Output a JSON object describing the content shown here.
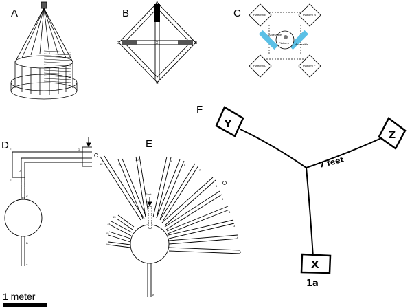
{
  "panels": {
    "a": {
      "label": "A"
    },
    "b": {
      "label": "B",
      "arm_labels": {
        "top": "A",
        "left": "D",
        "right": "B",
        "bottom": "C",
        "center": "X"
      }
    },
    "c": {
      "label": "C",
      "platforms": [
        "Platform E",
        "Platform N",
        "Platform D",
        "Platform F"
      ],
      "center_label": "Platform",
      "path_labels": [
        "Accessible",
        "Accessible"
      ]
    },
    "d": {
      "label": "D",
      "arm_labels": [
        "F",
        "G",
        "E",
        "D",
        "C",
        "B",
        "A"
      ]
    },
    "e": {
      "label": "E",
      "arrow_label": "Start",
      "arm_labels": [
        "12",
        "11",
        "10",
        "9",
        "8",
        "7",
        "6",
        "5",
        "4",
        "3",
        "2",
        "1",
        "13",
        "14",
        "15",
        "16",
        "A"
      ]
    },
    "f": {
      "label": "F",
      "boxes": {
        "left": "Y",
        "right": "Z",
        "bottom": "X"
      },
      "distance_label": "7 feet",
      "caption": "1a"
    }
  },
  "scale_bar": {
    "label": "1 meter"
  },
  "colors": {
    "ink": "#000000",
    "highlight": "#5bc0e6",
    "shade": "#555555",
    "paper": "#ffffff"
  }
}
